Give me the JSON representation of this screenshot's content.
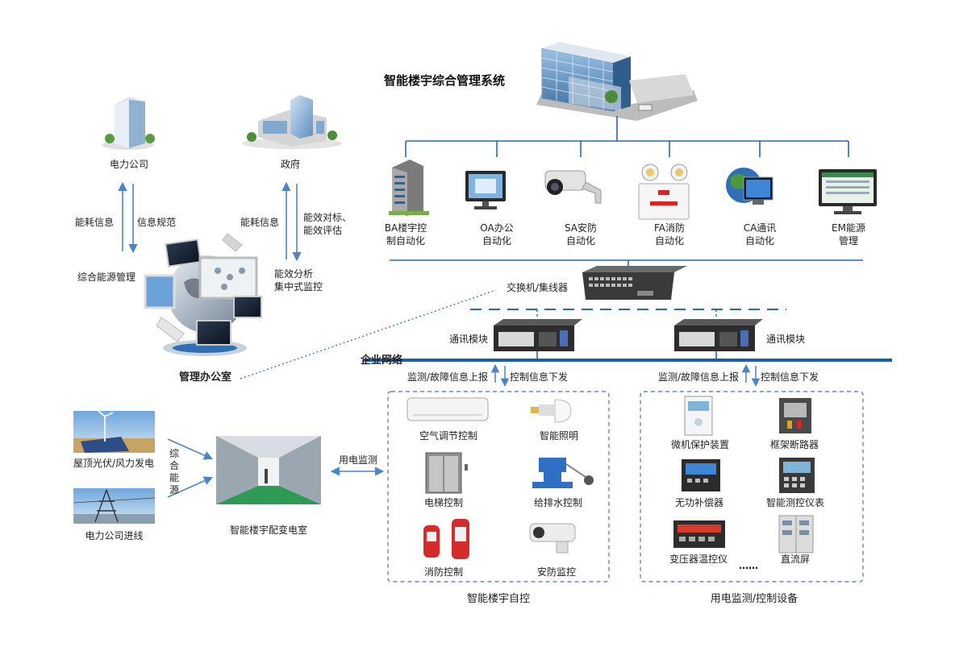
{
  "system": {
    "title": "智能楼宇综合管理系统",
    "subsystems": [
      {
        "l1": "BA楼宇控",
        "l2": "制自动化"
      },
      {
        "l1": "OA办公",
        "l2": "自动化"
      },
      {
        "l1": "SA安防",
        "l2": "自动化"
      },
      {
        "l1": "FA消防",
        "l2": "自动化"
      },
      {
        "l1": "CA通讯",
        "l2": "自动化"
      },
      {
        "l1": "EM能源",
        "l2": "管理"
      }
    ],
    "switch_label": "交换机/集线器",
    "comm_module_left": "通讯模块",
    "comm_module_right": "通讯模块",
    "network_label": "企业网络",
    "uplink_left": "监测/故障信息上报",
    "downlink_left": "控制信息下发",
    "uplink_right": "监测/故障信息上报",
    "downlink_right": "控制信息下发"
  },
  "left": {
    "power_company": "电力公司",
    "government": "政府",
    "energy_info_1": "能耗信息",
    "info_spec": "信息规范",
    "energy_info_2": "能耗信息",
    "efficiency_l1": "能效对标、",
    "efficiency_l2": "能效评估",
    "integrated_mgmt": "综合能源管理",
    "analysis_l1": "能效分析",
    "analysis_l2": "集中式监控",
    "office": "管理办公室"
  },
  "bottom_left": {
    "pv_wind": "屋顶光伏/风力发电",
    "grid_in": "电力公司进线",
    "integrated_energy": "综合能源",
    "substation": "智能楼宇配变电室",
    "power_monitor": "用电监测"
  },
  "auto_control": {
    "group_title": "智能楼宇自控",
    "items": [
      "空气调节控制",
      "智能照明",
      "电梯控制",
      "给排水控制",
      "消防控制",
      "安防监控"
    ]
  },
  "power_devices": {
    "group_title": "用电监测/控制设备",
    "items": [
      "微机保护装置",
      "框架断路器",
      "无功补偿器",
      "智能测控仪表",
      "变压器温控仪",
      "直流屏"
    ],
    "ellipsis": "……"
  },
  "colors": {
    "line": "#2b68a8",
    "network": "#1f5fa8",
    "arrow": "#4a86c6",
    "dashed_box": "#5b8ec9"
  }
}
